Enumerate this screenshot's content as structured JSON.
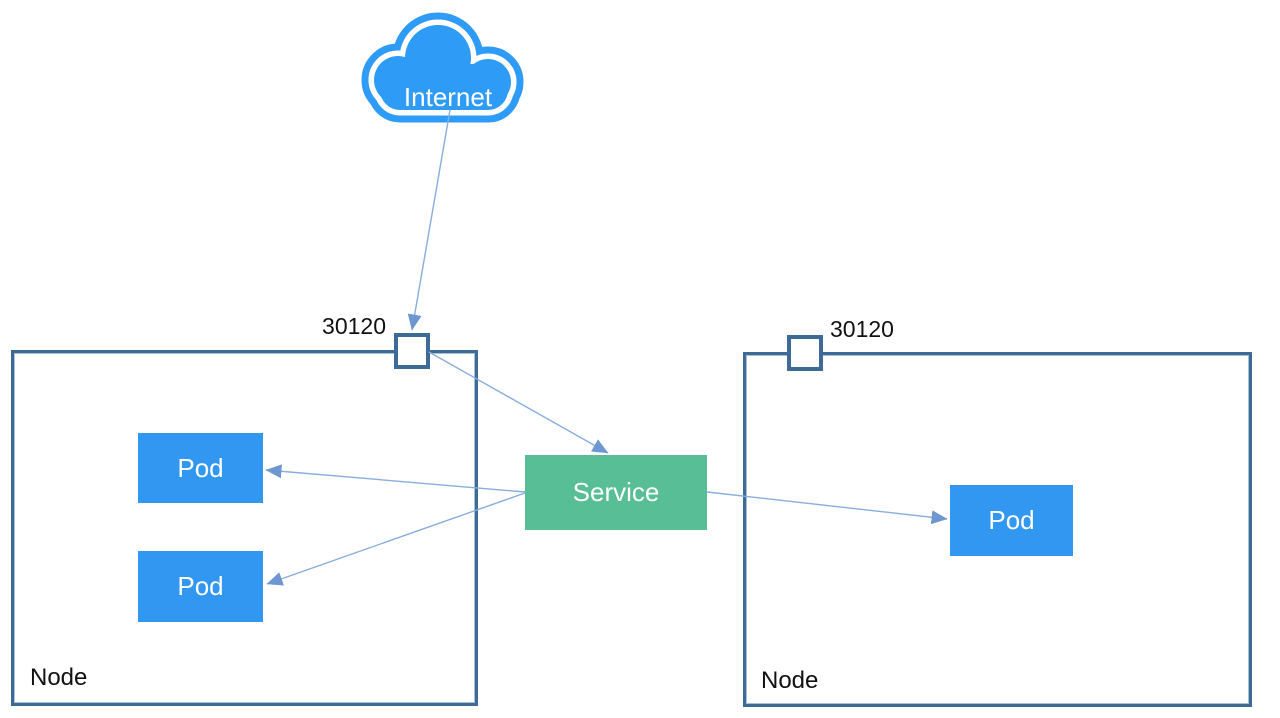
{
  "internet": {
    "label": "Internet"
  },
  "service": {
    "label": "Service"
  },
  "nodes": [
    {
      "label": "Node",
      "port": "30120",
      "pods": [
        {
          "label": "Pod"
        },
        {
          "label": "Pod"
        }
      ]
    },
    {
      "label": "Node",
      "port": "30120",
      "pods": [
        {
          "label": "Pod"
        }
      ]
    }
  ],
  "colors": {
    "cloud_blue": "#2E9BF7",
    "pod_blue": "#3297F0",
    "service_green": "#57BE95",
    "node_border": "#3E6A96",
    "connector_line": "#88ADDE",
    "arrowhead": "#6E96D0",
    "label_text": "#111111",
    "box_text": "#FFFFFF"
  }
}
